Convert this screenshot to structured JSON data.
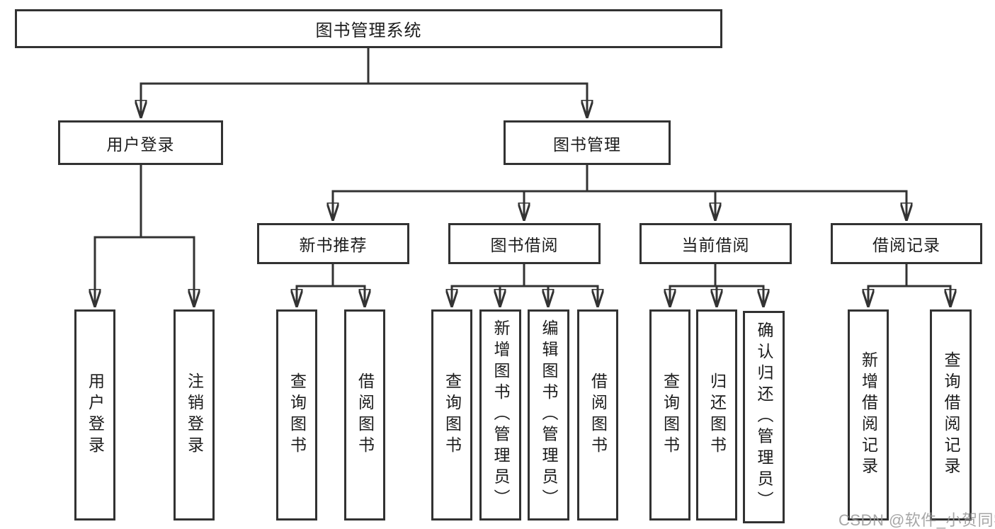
{
  "diagram": {
    "root": {
      "label": "图书管理系统"
    },
    "branches": [
      {
        "label": "用户登录",
        "leaves": [
          {
            "label": "用户登录"
          },
          {
            "label": "注销登录"
          }
        ]
      },
      {
        "label": "图书管理",
        "sections": [
          {
            "label": "新书推荐",
            "leaves": [
              {
                "label": "查询图书"
              },
              {
                "label": "借阅图书"
              }
            ]
          },
          {
            "label": "图书借阅",
            "leaves": [
              {
                "label": "查询图书"
              },
              {
                "label": "新增图书（管理员）"
              },
              {
                "label": "编辑图书（管理员）"
              },
              {
                "label": "借阅图书"
              }
            ]
          },
          {
            "label": "当前借阅",
            "leaves": [
              {
                "label": "查询图书"
              },
              {
                "label": "归还图书"
              },
              {
                "label": "确认归还（管理员）"
              }
            ]
          },
          {
            "label": "借阅记录",
            "leaves": [
              {
                "label": "新增借阅记录"
              },
              {
                "label": "查询借阅记录"
              }
            ]
          }
        ]
      }
    ],
    "colors": {
      "line": "#333333",
      "border": "#323232",
      "text": "#1c1c1c",
      "background": "#ffffff",
      "watermark": "#969696"
    }
  },
  "watermark": {
    "text": "CSDN @软件_小贺同学"
  }
}
